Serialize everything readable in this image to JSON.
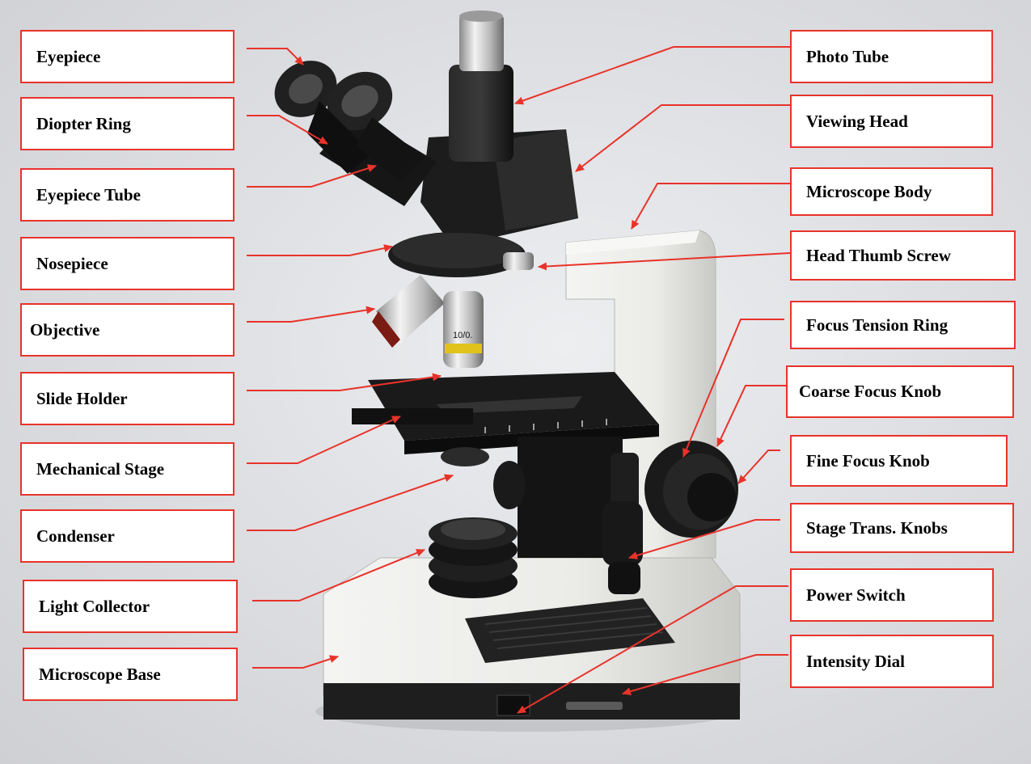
{
  "colors": {
    "border": "#e8332a",
    "arrow": "#e8332a",
    "background": "#d9dadd"
  },
  "labels": {
    "eyepiece": "Eyepiece",
    "diopter_ring": "Diopter Ring",
    "eyepiece_tube": "Eyepiece Tube",
    "nosepiece": "Nosepiece",
    "objective": "Objective",
    "slide_holder": "Slide Holder",
    "mechanical_stage": "Mechanical Stage",
    "condenser": "Condenser",
    "light_collector": "Light Collector",
    "microscope_base": "Microscope Base",
    "photo_tube": "Photo Tube",
    "viewing_head": "Viewing Head",
    "microscope_body": "Microscope Body",
    "head_thumb_screw": "Head Thumb Screw",
    "focus_tension_ring": "Focus Tension Ring",
    "coarse_focus_knob": "Coarse Focus Knob",
    "fine_focus_knob": "Fine Focus Knob",
    "stage_trans_knobs": "Stage Trans. Knobs",
    "power_switch": "Power Switch",
    "intensity_dial": "Intensity Dial"
  },
  "objective_marking": "10/0."
}
